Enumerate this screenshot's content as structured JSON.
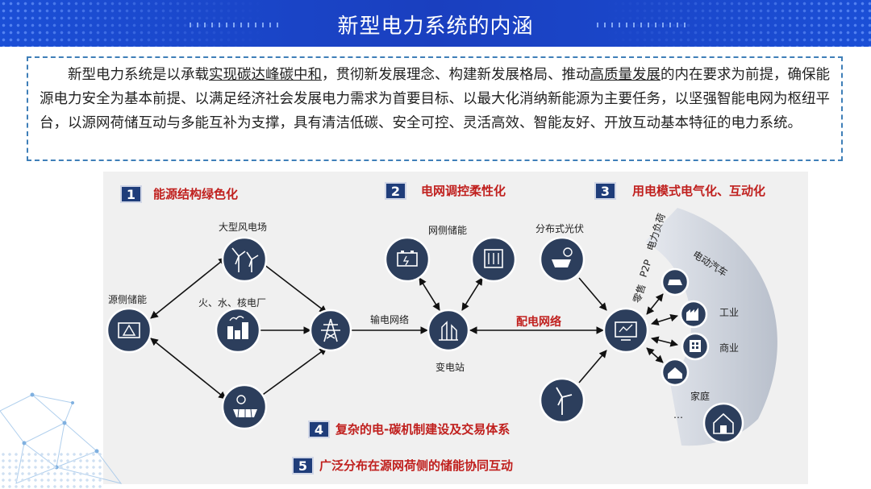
{
  "header": {
    "title": "新型电力系统的内涵"
  },
  "intro": {
    "p1": "新型电力系统是以承载",
    "u1": "实现碳达峰碳中和",
    "p2": "，贯彻新发展理念、构建新发展格局、推动",
    "u2": "高质量发展",
    "p3": "的内在要求为前提，确保能源电力安全为基本前提、以满足经济社会发展电力需求为首要目标、以最大化消纳新能源为主要任务，以坚强智能电网为枢纽平台，以源网荷储互动与多能互补为支撑，具有清洁低碳、安全可控、灵活高效、智能友好、开放互动基本特征的电力系统。"
  },
  "features": [
    {
      "num": "1",
      "label": "能源结构绿色化"
    },
    {
      "num": "2",
      "label": "电网调控柔性化"
    },
    {
      "num": "3",
      "label": "用电模式电气化、互动化"
    },
    {
      "num": "4",
      "label": "复杂的电-碳机制建设及交易体系"
    },
    {
      "num": "5",
      "label": "广泛分布在源网荷侧的储能协同互动"
    }
  ],
  "labels": {
    "source_storage": "源侧储能",
    "wind_farm": "大型风电场",
    "thermal": "火、水、核电厂",
    "transmission": "输电网络",
    "grid_storage": "网侧储能",
    "substation": "变电站",
    "distributed_pv": "分布式光伏",
    "distribution": "配电网络",
    "load": "电力负荷",
    "ev": "电动汽车",
    "p2p": "P2P",
    "retail": "零售",
    "industry": "工业",
    "commerce": "商业",
    "household": "家庭",
    "ellipsis": "…"
  },
  "colors": {
    "header": "#1b4fd6",
    "node": "#2c3e5c",
    "accent_red": "#c0201e",
    "badge": "#1f3d7a",
    "dash_border": "#3f7fb8"
  }
}
